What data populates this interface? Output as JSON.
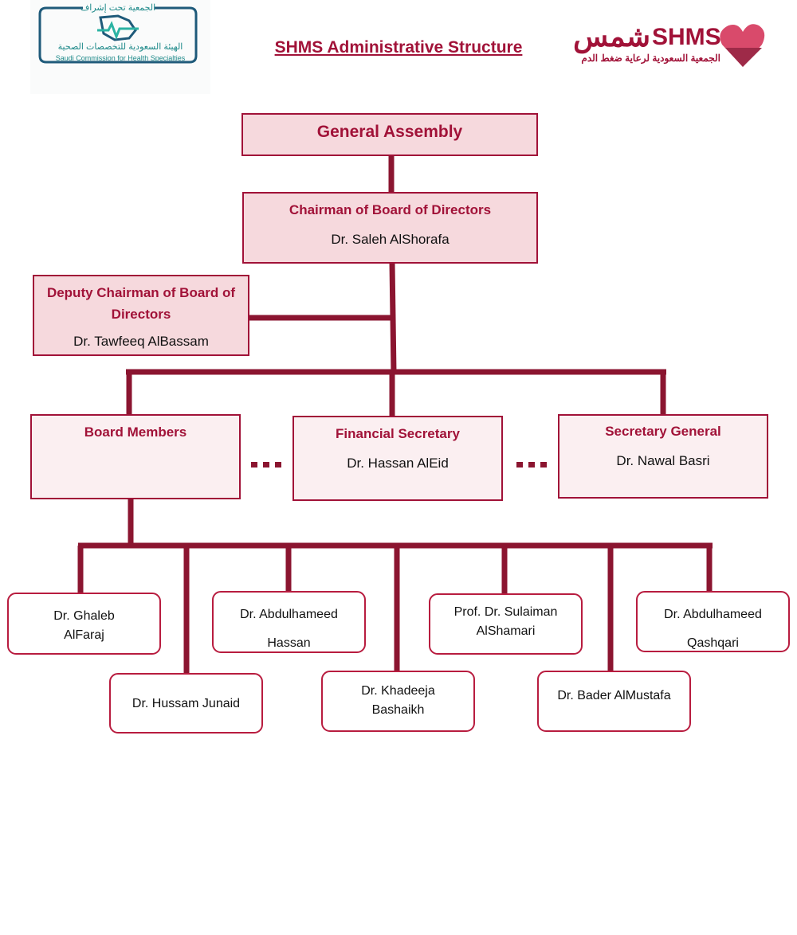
{
  "header": {
    "title": "SHMS Administrative Structure",
    "left_logo": {
      "arabic_top": "الجمعية تحت إشراف",
      "arabic_name": "الهيئة السعودية للتخصصات الصحية",
      "english_name": "Saudi Commission for Health Specialties",
      "color": "#1f8a8a",
      "icon": "heartbeat-map-icon"
    },
    "right_logo": {
      "arabic_word": "شمس",
      "latin_word": "SHMS",
      "arabic_subtitle": "الجمعية السعودية لرعاية ضغط الدم",
      "color": "#a11238",
      "accent": "#d94a6b",
      "icon": "heart-icon"
    }
  },
  "chart": {
    "general_assembly": {
      "role": "General Assembly"
    },
    "chairman": {
      "role": "Chairman of Board of Directors",
      "person": "Dr. Saleh AlShorafa"
    },
    "deputy": {
      "role": "Deputy Chairman of Board of Directors",
      "person": "Dr. Tawfeeq AlBassam"
    },
    "board_members": {
      "role": "Board Members"
    },
    "financial_secretary": {
      "role": "Financial Secretary",
      "person": "Dr. Hassan AlEid"
    },
    "secretary_general": {
      "role": "Secretary General",
      "person": "Dr. Nawal Basri"
    },
    "separator": "...",
    "members": [
      {
        "name": "Dr. Ghaleb AlFaraj"
      },
      {
        "name": "Dr. Hussam Junaid"
      },
      {
        "name": "Dr. Abdulhameed Hassan"
      },
      {
        "name": "Dr. Khadeeja Bashaikh"
      },
      {
        "name": "Prof. Dr. Sulaiman AlShamari"
      },
      {
        "name": "Dr. Bader AlMustafa"
      },
      {
        "name": "Dr. Abdulhameed Qashqari"
      }
    ]
  },
  "colors": {
    "brand": "#a11238",
    "connector": "#8b1530",
    "top_fill": "#f6d9dd",
    "mid_fill": "#fbeff1"
  }
}
